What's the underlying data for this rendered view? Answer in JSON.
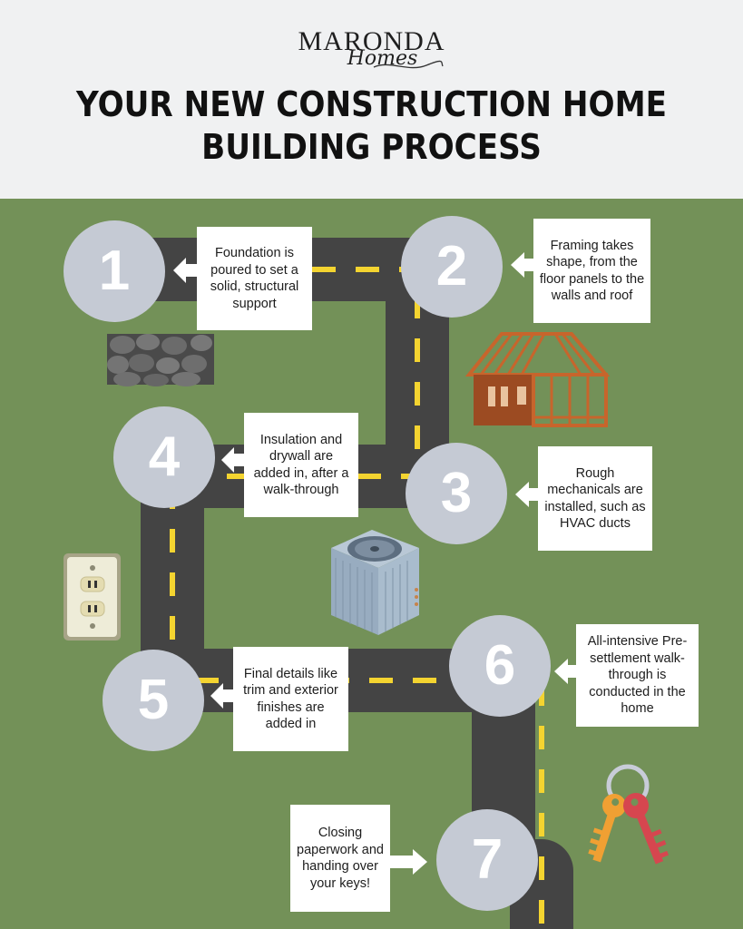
{
  "header": {
    "logo_main": "MARONDA",
    "logo_sub": "Homes",
    "title_line1": "YOUR NEW CONSTRUCTION HOME",
    "title_line2": "BUILDING PROCESS"
  },
  "steps": [
    {
      "number": "1",
      "text": "Foundation is poured to set a solid, structural support"
    },
    {
      "number": "2",
      "text": "Framing takes shape, from the floor panels to the walls and roof"
    },
    {
      "number": "3",
      "text": "Rough mechanicals are installed, such as HVAC ducts"
    },
    {
      "number": "4",
      "text": "Insulation and drywall are added in, after a walk-through"
    },
    {
      "number": "5",
      "text": "Final details like trim and exterior finishes are added in"
    },
    {
      "number": "6",
      "text": "All-intensive Pre-settlement walk-through is conducted in the home"
    },
    {
      "number": "7",
      "text": "Closing paperwork and handing over your keys!"
    }
  ],
  "colors": {
    "background": "#739158",
    "road": "#444444",
    "lane_marking": "#f4d430",
    "step_circle": "#c5cad4",
    "header_bg": "#f0f1f2"
  },
  "icons": [
    "stone-wall-icon",
    "house-frame-icon",
    "ac-unit-icon",
    "wall-outlet-icon",
    "keys-icon"
  ]
}
